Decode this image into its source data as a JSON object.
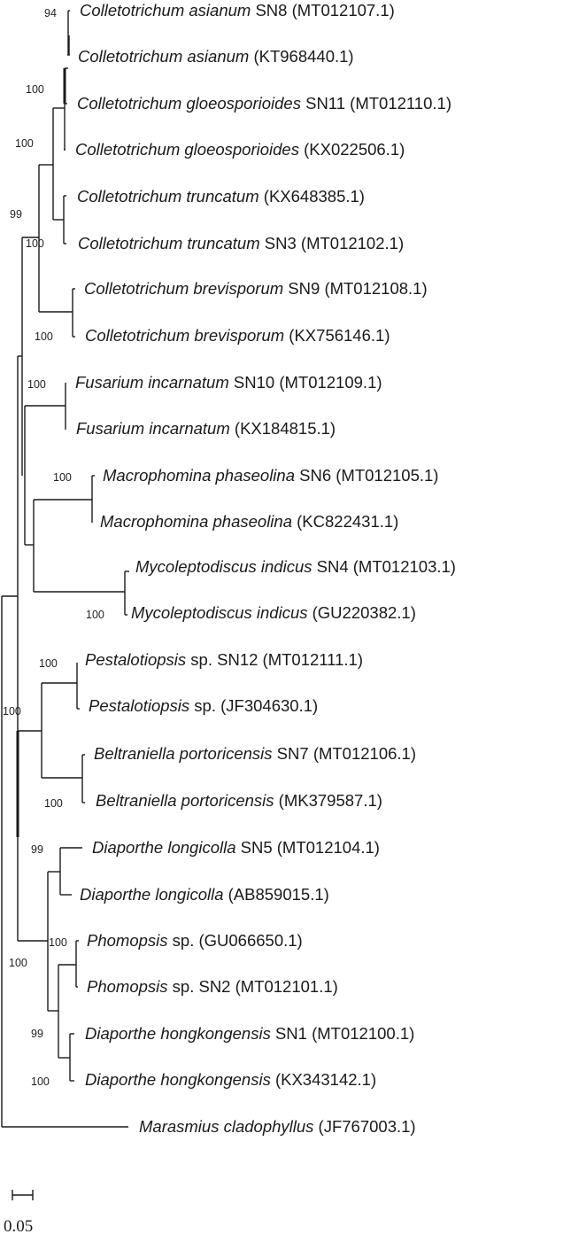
{
  "chart_data": {
    "type": "phylogenetic_tree",
    "title": "",
    "scale_bar": {
      "value": "0.05"
    },
    "leaves": [
      {
        "species": "Colletotrichum asianum",
        "strain": "SN8",
        "accession": "(MT012107.1)"
      },
      {
        "species": "Colletotrichum asianum",
        "strain": "",
        "accession": "(KT968440.1)"
      },
      {
        "species": "Colletotrichum gloeosporioides",
        "strain": "SN11",
        "accession": "(MT012110.1)"
      },
      {
        "species": "Colletotrichum gloeosporioides",
        "strain": "",
        "accession": "(KX022506.1)"
      },
      {
        "species": "Colletotrichum truncatum",
        "strain": "",
        "accession": "(KX648385.1)"
      },
      {
        "species": "Colletotrichum truncatum",
        "strain": "SN3",
        "accession": "(MT012102.1)"
      },
      {
        "species": "Colletotrichum brevisporum",
        "strain": "SN9",
        "accession": "(MT012108.1)"
      },
      {
        "species": "Colletotrichum brevisporum",
        "strain": "",
        "accession": "(KX756146.1)"
      },
      {
        "species": "Fusarium incarnatum",
        "strain": "SN10",
        "accession": "(MT012109.1)"
      },
      {
        "species": "Fusarium incarnatum",
        "strain": "",
        "accession": "(KX184815.1)"
      },
      {
        "species": "Macrophomina phaseolina",
        "strain": "SN6",
        "accession": "(MT012105.1)"
      },
      {
        "species": "Macrophomina phaseolina",
        "strain": "",
        "accession": "(KC822431.1)"
      },
      {
        "species": "Mycoleptodiscus indicus",
        "strain": "SN4",
        "accession": "(MT012103.1)"
      },
      {
        "species": "Mycoleptodiscus indicus",
        "strain": "",
        "accession": "(GU220382.1)"
      },
      {
        "species": "Pestalotiopsis",
        "strain": "sp. SN12",
        "accession": "(MT012111.1)"
      },
      {
        "species": "Pestalotiopsis",
        "strain": "sp.",
        "accession": "(JF304630.1)"
      },
      {
        "species": "Beltraniella portoricensis",
        "strain": "SN7",
        "accession": "(MT012106.1)"
      },
      {
        "species": "Beltraniella portoricensis",
        "strain": "",
        "accession": "(MK379587.1)"
      },
      {
        "species": "Diaporthe longicolla",
        "strain": "SN5",
        "accession": "(MT012104.1)"
      },
      {
        "species": "Diaporthe longicolla",
        "strain": "",
        "accession": "(AB859015.1)"
      },
      {
        "species": "Phomopsis",
        "strain": "sp.",
        "accession": "(GU066650.1)"
      },
      {
        "species": "Phomopsis",
        "strain": "sp. SN2",
        "accession": "(MT012101.1)"
      },
      {
        "species": "Diaporthe hongkongensis",
        "strain": "SN1",
        "accession": "(MT012100.1)"
      },
      {
        "species": "Diaporthe hongkongensis",
        "strain": "",
        "accession": "(KX343142.1)"
      },
      {
        "species": "Marasmius cladophyllus",
        "strain": "",
        "accession": "(JF767003.1)"
      }
    ],
    "bootstrap": [
      {
        "value": "94",
        "clade": "C. asianum"
      },
      {
        "value": "100",
        "clade": "C. asianum + C. gloeosporioides"
      },
      {
        "value": "100",
        "clade": "C. asianum/gloeosporioides + C. truncatum"
      },
      {
        "value": "99",
        "clade": "Colletotrichum"
      },
      {
        "value": "100",
        "clade": "C. truncatum"
      },
      {
        "value": "100",
        "clade": "C. brevisporum"
      },
      {
        "value": "100",
        "clade": "Fusarium incarnatum"
      },
      {
        "value": "100",
        "clade": "Macrophomina phaseolina"
      },
      {
        "value": "100",
        "clade": "Mycoleptodiscus indicus"
      },
      {
        "value": "100",
        "clade": "Pestalotiopsis sp."
      },
      {
        "value": "100",
        "clade": "Pestalotiopsis + Beltraniella"
      },
      {
        "value": "100",
        "clade": "Beltraniella portoricensis"
      },
      {
        "value": "99",
        "clade": "Diaporthe longicolla"
      },
      {
        "value": "100",
        "clade": "Phomopsis sp."
      },
      {
        "value": "100",
        "clade": "Diaporthe/Phomopsis"
      },
      {
        "value": "99",
        "clade": "Phomopsis + D. hongkongensis"
      },
      {
        "value": "100",
        "clade": "Diaporthe hongkongensis"
      }
    ],
    "outgroup": "Marasmius cladophyllus (JF767003.1)"
  },
  "labels": {
    "l0": {
      "sp": "Colletotrichum asianum",
      "rest": " SN8 (MT012107.1)"
    },
    "l1": {
      "sp": "Colletotrichum asianum",
      "rest": " (KT968440.1)"
    },
    "l2": {
      "sp": "Colletotrichum gloeosporioides",
      "rest": " SN11 (MT012110.1)"
    },
    "l3": {
      "sp": "Colletotrichum gloeosporioides",
      "rest": " (KX022506.1)"
    },
    "l4": {
      "sp": "Colletotrichum truncatum",
      "rest": " (KX648385.1)"
    },
    "l5": {
      "sp": "Colletotrichum truncatum",
      "rest": " SN3 (MT012102.1)"
    },
    "l6": {
      "sp": "Colletotrichum brevisporum",
      "rest": " SN9 (MT012108.1)"
    },
    "l7": {
      "sp": "Colletotrichum brevisporum",
      "rest": "  (KX756146.1)"
    },
    "l8": {
      "sp": "Fusarium incarnatum",
      "rest": " SN10 (MT012109.1)"
    },
    "l9": {
      "sp": "Fusarium incarnatum",
      "rest": " (KX184815.1)"
    },
    "l10": {
      "sp": "Macrophomina phaseolina",
      "rest": " SN6 (MT012105.1)"
    },
    "l11": {
      "sp": "Macrophomina phaseolina",
      "rest": " (KC822431.1)"
    },
    "l12": {
      "sp": "Mycoleptodiscus indicus",
      "rest": " SN4 (MT012103.1)"
    },
    "l13": {
      "sp": "Mycoleptodiscus indicus",
      "rest": " (GU220382.1)"
    },
    "l14": {
      "sp": "Pestalotiopsis",
      "rest": " sp. SN12 (MT012111.1)"
    },
    "l15": {
      "sp": "Pestalotiopsis",
      "rest": " sp. (JF304630.1)"
    },
    "l16": {
      "sp": "Beltraniella portoricensis",
      "rest": " SN7 (MT012106.1)"
    },
    "l17": {
      "sp": "Beltraniella portoricensis",
      "rest": "  (MK379587.1)"
    },
    "l18": {
      "sp": "Diaporthe longicolla",
      "rest": " SN5 (MT012104.1)"
    },
    "l19": {
      "sp": "Diaporthe longicolla",
      "rest": " (AB859015.1)"
    },
    "l20": {
      "sp": "Phomopsis",
      "rest": " sp. (GU066650.1)"
    },
    "l21": {
      "sp": "Phomopsis",
      "rest": " sp. SN2 (MT012101.1)"
    },
    "l22": {
      "sp": "Diaporthe hongkongensis",
      "rest": " SN1 (MT012100.1)"
    },
    "l23": {
      "sp": "Diaporthe hongkongensis",
      "rest": " (KX343142.1)"
    },
    "l24": {
      "sp": "Marasmius cladophyllus",
      "rest": " (JF767003.1)"
    }
  },
  "bs": {
    "b0": "94",
    "b1": "100",
    "b2": "100",
    "b3": "99",
    "b4": "100",
    "b5": "100",
    "b6": "100",
    "b7": "100",
    "b8": "100",
    "b9": "100",
    "b10": "100",
    "b11": "100",
    "b12": "99",
    "b13": "100",
    "b14": "100",
    "b15": "99",
    "b16": "100"
  },
  "scale": {
    "label": "0.05"
  }
}
